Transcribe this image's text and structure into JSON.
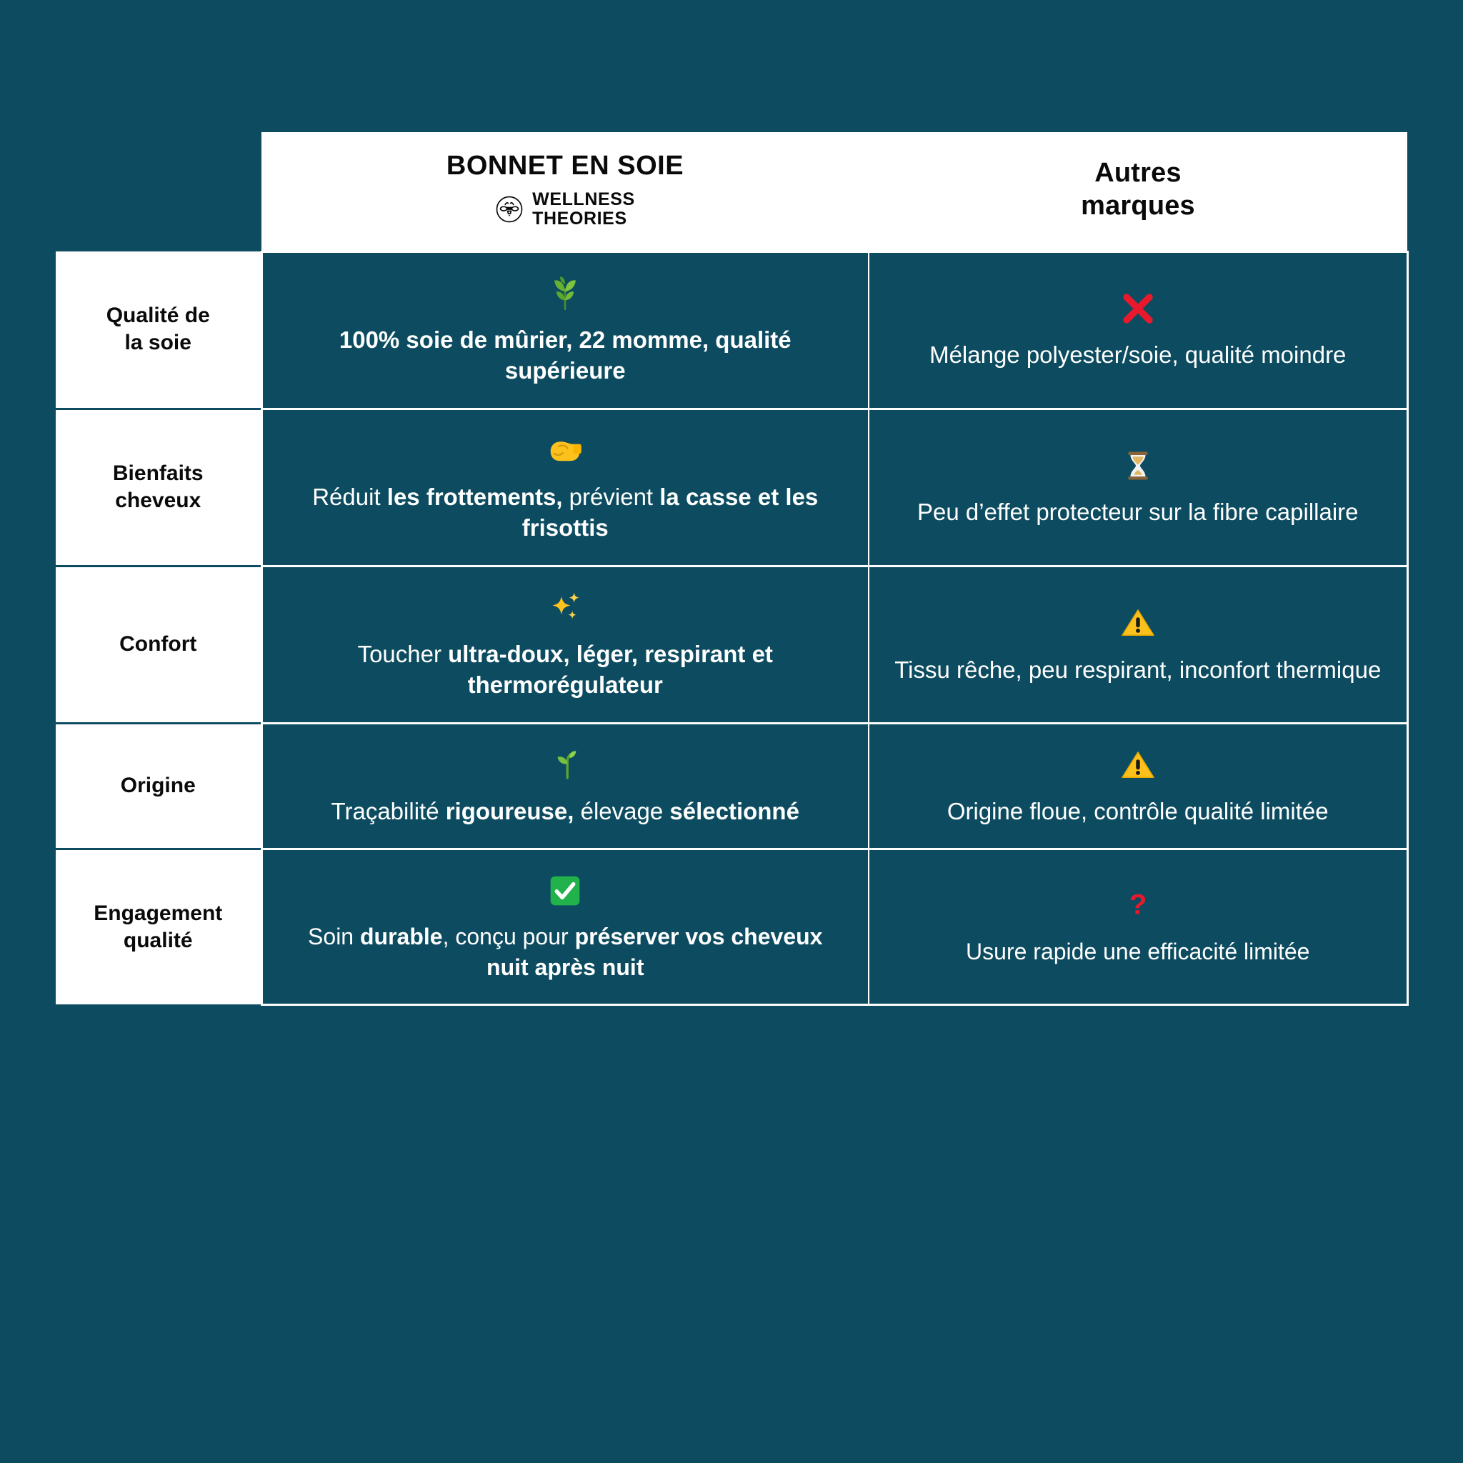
{
  "theme": {
    "background": "#0d4c60",
    "panel": "#ffffff",
    "text_on_dark": "#ffffff",
    "text_on_light": "#0a0a0a",
    "negative": "#e8192c",
    "warning": "#ffc92e",
    "positive": "#2ec45a"
  },
  "header": {
    "label_col": "",
    "brand": {
      "title": "BONNET EN SOIE",
      "logo_line1": "WELLNESS",
      "logo_line2": "THEORIES",
      "logo_icon": "bee-in-circle-icon"
    },
    "other": {
      "line1": "Autres",
      "line2": "marques"
    }
  },
  "rows": [
    {
      "label_line1": "Qualité de",
      "label_line2": "la soie",
      "brand": {
        "icon": "herb-leaves-icon",
        "text_plain": "100% soie de mûrier, 22 momme, qualité supérieure",
        "segments": [
          {
            "text": "100% soie de mûrier, 22 momme, qualité supérieure",
            "bold": true
          }
        ]
      },
      "other": {
        "icon": "red-cross-mark-icon",
        "text_plain": "Mélange polyester/soie, qualité moindre",
        "segments": [
          {
            "text": "Mélange polyester/soie, qualité moindre",
            "bold": false
          }
        ]
      }
    },
    {
      "label_line1": "Bienfaits",
      "label_line2": "cheveux",
      "brand": {
        "icon": "flexed-biceps-icon",
        "text_plain": "Réduit les frottements, prévient la casse et les frisottis",
        "segments": [
          {
            "text": "Réduit ",
            "bold": false
          },
          {
            "text": "les frottements,",
            "bold": true
          },
          {
            "text": " prévient ",
            "bold": false
          },
          {
            "text": "la casse et les frisottis",
            "bold": true
          }
        ]
      },
      "other": {
        "icon": "hourglass-icon",
        "text_plain": "Peu d’effet protecteur sur la fibre capillaire",
        "segments": [
          {
            "text": "Peu d’effet protecteur sur la fibre capillaire",
            "bold": false
          }
        ]
      }
    },
    {
      "label_line1": "Confort",
      "label_line2": "",
      "brand": {
        "icon": "sparkles-icon",
        "text_plain": "Toucher ultra-doux, léger, respirant et thermorégulateur",
        "segments": [
          {
            "text": "Toucher ",
            "bold": false
          },
          {
            "text": "ultra-doux, léger, respirant et thermorégulateur",
            "bold": true
          }
        ]
      },
      "other": {
        "icon": "warning-triangle-icon",
        "text_plain": "Tissu rêche, peu respirant, inconfort thermique",
        "segments": [
          {
            "text": "Tissu rêche, peu respirant, inconfort thermique",
            "bold": false
          }
        ]
      }
    },
    {
      "label_line1": "Origine",
      "label_line2": "",
      "brand": {
        "icon": "seedling-icon",
        "text_plain": "Traçabilité rigoureuse, élevage sélectionné",
        "segments": [
          {
            "text": "Traçabilité ",
            "bold": false
          },
          {
            "text": "rigoureuse,",
            "bold": true
          },
          {
            "text": " élevage ",
            "bold": false
          },
          {
            "text": "sélectionné",
            "bold": true
          }
        ]
      },
      "other": {
        "icon": "warning-triangle-icon",
        "text_plain": "Origine floue, contrôle qualité limitée",
        "segments": [
          {
            "text": "Origine floue, contrôle qualité limitée",
            "bold": false
          }
        ]
      }
    },
    {
      "label_line1": "Engagement",
      "label_line2": "qualité",
      "brand": {
        "icon": "green-check-box-icon",
        "text_plain": "Soin durable, conçu pour préserver vos cheveux nuit après nuit",
        "segments": [
          {
            "text": "Soin ",
            "bold": false
          },
          {
            "text": "durable",
            "bold": true
          },
          {
            "text": ", conçu pour ",
            "bold": false
          },
          {
            "text": "préserver vos cheveux nuit après nuit",
            "bold": true
          }
        ]
      },
      "other": {
        "icon": "red-question-mark-icon",
        "text_plain": "Usure rapide une efficacité limitée",
        "segments": [
          {
            "text": "Usure rapide une efficacité limitée",
            "bold": false
          }
        ]
      }
    }
  ]
}
